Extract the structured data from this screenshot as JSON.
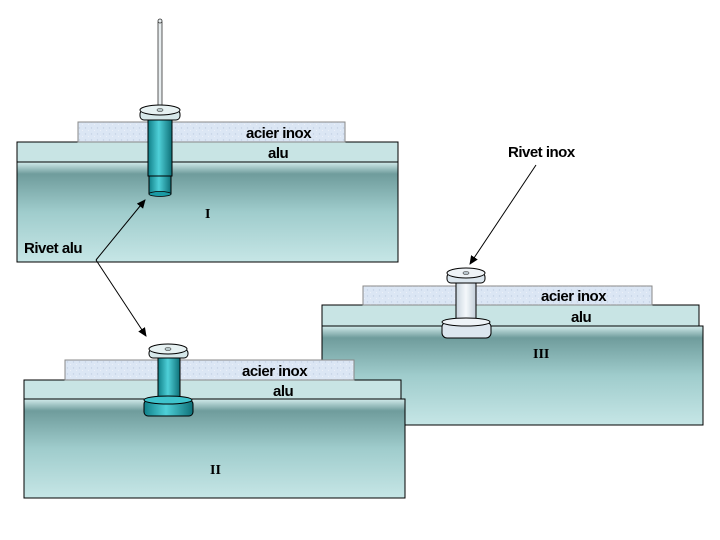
{
  "labels": {
    "acier_inox": "acier inox",
    "alu": "alu",
    "rivet_alu": "Rivet alu",
    "rivet_inox": "Rivet inox"
  },
  "panels": [
    {
      "roman": "I",
      "rivet": "Rivet alu",
      "state": "before setting, mandrel in place"
    },
    {
      "roman": "II",
      "rivet": "Rivet alu",
      "state": "set"
    },
    {
      "roman": "III",
      "rivet": "Rivet inox",
      "state": "set"
    }
  ],
  "colors": {
    "base_gradient_top": "#d3ecec",
    "base_gradient_dark": "#3e6868",
    "alu_plate": "#c8e4e4",
    "inox_plate": "#dbe6f4",
    "rivet_alu_body": "#1fa6b0",
    "rivet_inox_body": "#e2eaf2",
    "stroke": "#000000"
  }
}
